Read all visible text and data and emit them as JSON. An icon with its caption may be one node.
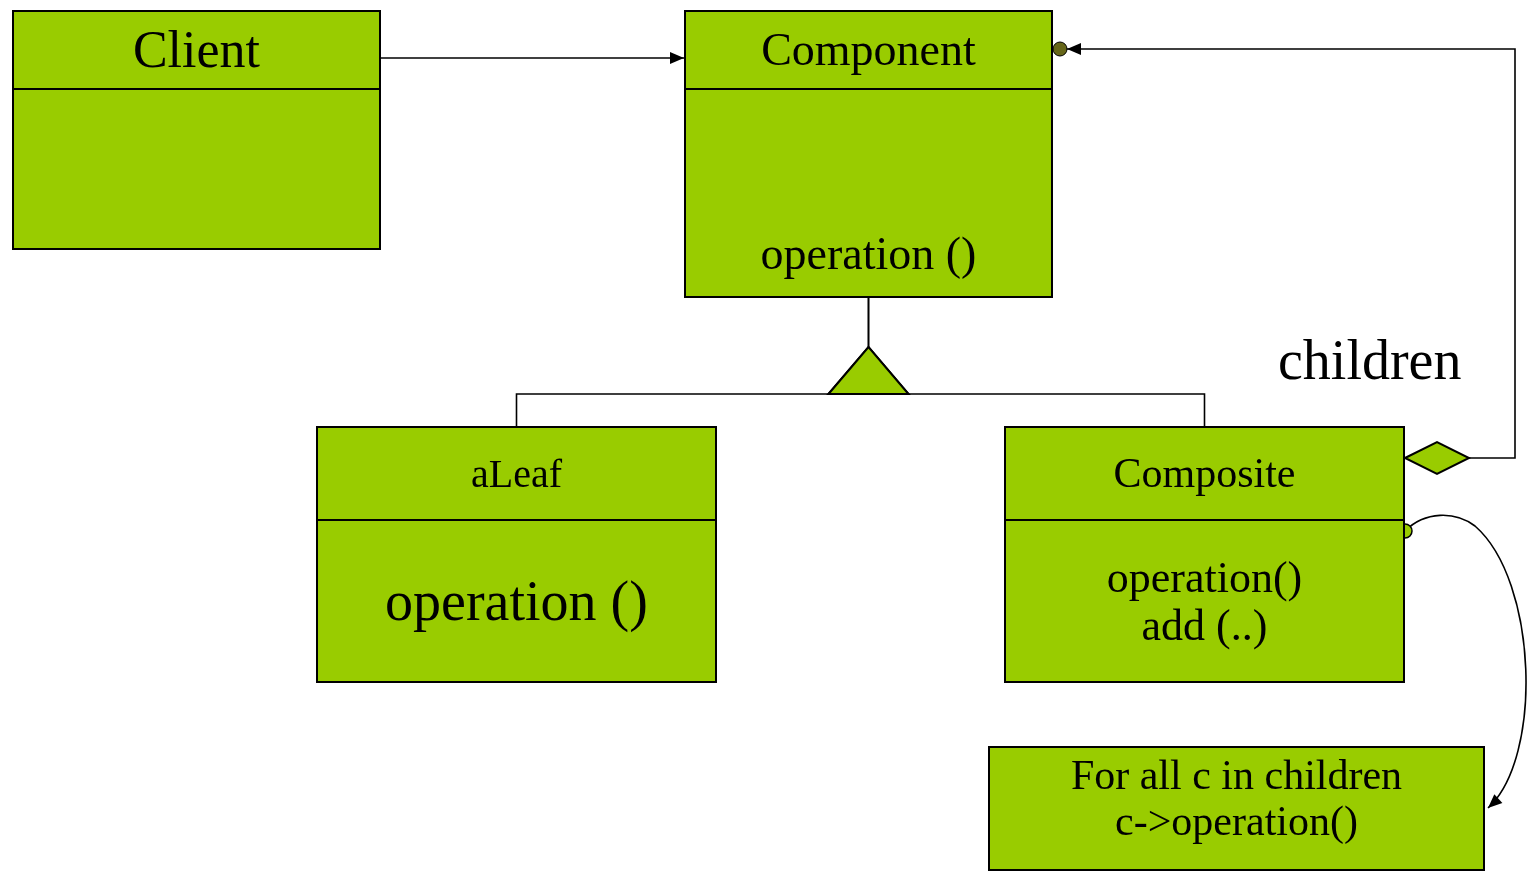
{
  "diagram": {
    "nodes": [
      {
        "text": [
          "Client"
        ]
      },
      {
        "text": [
          "Component",
          "operation ()"
        ]
      },
      {
        "text": [
          "aLeaf",
          "operation ()"
        ]
      },
      {
        "text": [
          "Composite",
          "operation() add (..)"
        ]
      },
      {
        "text": [
          "For all c in children c->operation()"
        ]
      }
    ],
    "edges": [
      {
        "from": 0,
        "to": 1,
        "arrow": "to"
      },
      {
        "from": 2,
        "to": 1,
        "arrow": "to"
      },
      {
        "from": 3,
        "to": 1,
        "arrow": "to"
      },
      {
        "from": 3,
        "to": 1,
        "arrow": "to",
        "label": "children"
      },
      {
        "from": 3,
        "to": 4,
        "arrow": "to"
      }
    ]
  }
}
